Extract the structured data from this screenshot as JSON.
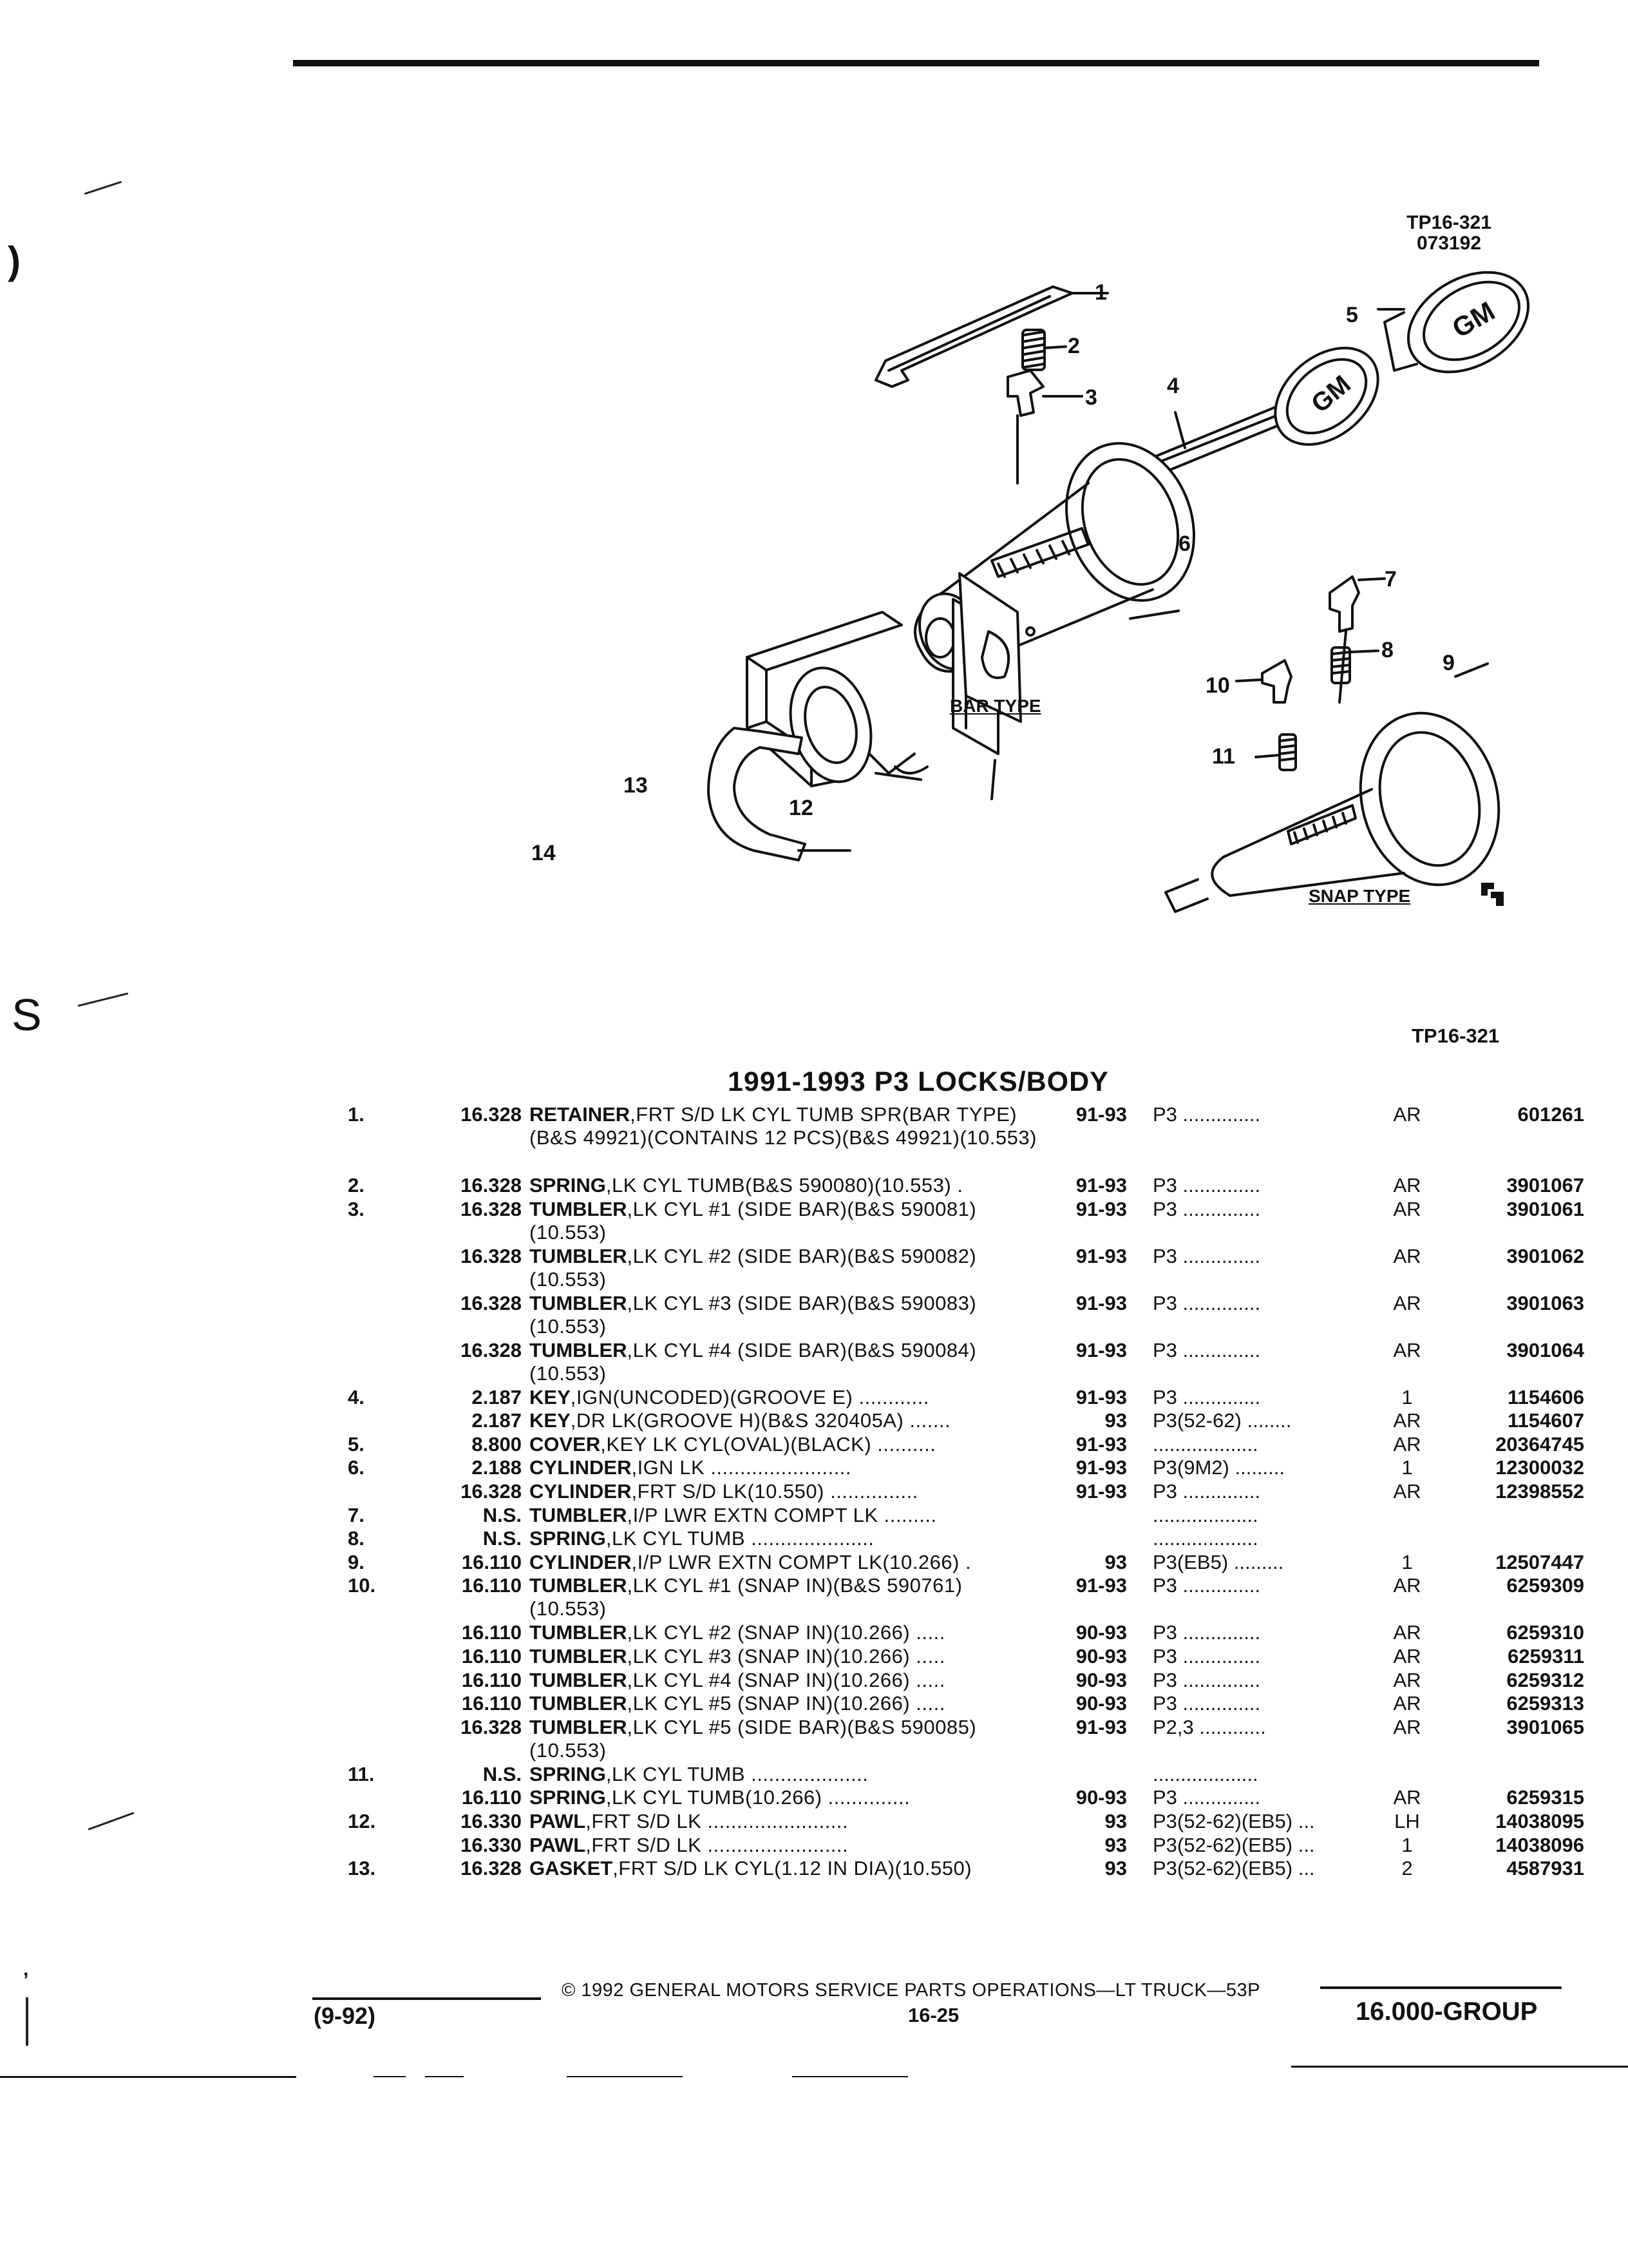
{
  "header": {
    "illustration_code": "TP16-321",
    "illustration_date": "073192",
    "illustration_ref": "TP16-321"
  },
  "illustration": {
    "callouts": [
      "1",
      "2",
      "3",
      "4",
      "5",
      "6",
      "7",
      "8",
      "9",
      "10",
      "11",
      "12",
      "13",
      "14"
    ],
    "bar_type_label": "BAR TYPE",
    "snap_type_label": "SNAP TYPE",
    "key_logo": "GM"
  },
  "section": {
    "title": "1991-1993 P3 LOCKS/BODY"
  },
  "parts": [
    {
      "item": "1.",
      "group": "16.328",
      "name": "RETAINER",
      "desc": ",FRT S/D LK CYL TUMB SPR(BAR TYPE)(B&S 49921)(CONTAINS 12 PCS)(B&S 49921)(10.553)",
      "years": "91-93",
      "model": "P3 ..............",
      "qty": "AR",
      "pn": "601261",
      "lines": 3
    },
    {
      "item": "2.",
      "group": "16.328",
      "name": "SPRING",
      "desc": ",LK CYL TUMB(B&S 590080)(10.553) .",
      "years": "91-93",
      "model": "P3 ..............",
      "qty": "AR",
      "pn": "3901067",
      "lines": 1
    },
    {
      "item": "3.",
      "group": "16.328",
      "name": "TUMBLER",
      "desc": ",LK CYL #1 (SIDE BAR)(B&S 590081)(10.553)",
      "years": "91-93",
      "model": "P3 ..............",
      "qty": "AR",
      "pn": "3901061",
      "lines": 2
    },
    {
      "item": "",
      "group": "16.328",
      "name": "TUMBLER",
      "desc": ",LK CYL #2 (SIDE BAR)(B&S 590082)(10.553)",
      "years": "91-93",
      "model": "P3 ..............",
      "qty": "AR",
      "pn": "3901062",
      "lines": 2
    },
    {
      "item": "",
      "group": "16.328",
      "name": "TUMBLER",
      "desc": ",LK CYL #3 (SIDE BAR)(B&S 590083)(10.553)",
      "years": "91-93",
      "model": "P3 ..............",
      "qty": "AR",
      "pn": "3901063",
      "lines": 2
    },
    {
      "item": "",
      "group": "16.328",
      "name": "TUMBLER",
      "desc": ",LK CYL #4 (SIDE BAR)(B&S 590084)(10.553)",
      "years": "91-93",
      "model": "P3 ..............",
      "qty": "AR",
      "pn": "3901064",
      "lines": 2
    },
    {
      "item": "4.",
      "group": "2.187",
      "name": "KEY",
      "desc": ",IGN(UNCODED)(GROOVE E) ............",
      "years": "91-93",
      "model": "P3 ..............",
      "qty": "1",
      "pn": "1154606",
      "lines": 1
    },
    {
      "item": "",
      "group": "2.187",
      "name": "KEY",
      "desc": ",DR LK(GROOVE H)(B&S 320405A) .......",
      "years": "93",
      "model": "P3(52-62) ........",
      "qty": "AR",
      "pn": "1154607",
      "lines": 1
    },
    {
      "item": "5.",
      "group": "8.800",
      "name": "COVER",
      "desc": ",KEY LK CYL(OVAL)(BLACK) ..........",
      "years": "91-93",
      "model": "...................",
      "qty": "AR",
      "pn": "20364745",
      "lines": 1
    },
    {
      "item": "6.",
      "group": "2.188",
      "name": "CYLINDER",
      "desc": ",IGN LK ........................",
      "years": "91-93",
      "model": "P3(9M2) .........",
      "qty": "1",
      "pn": "12300032",
      "lines": 1
    },
    {
      "item": "",
      "group": "16.328",
      "name": "CYLINDER",
      "desc": ",FRT S/D LK(10.550) ...............",
      "years": "91-93",
      "model": "P3 ..............",
      "qty": "AR",
      "pn": "12398552",
      "lines": 1
    },
    {
      "item": "7.",
      "group": "N.S.",
      "name": "TUMBLER",
      "desc": ",I/P LWR EXTN COMPT LK .........",
      "years": "",
      "model": "...................",
      "qty": "",
      "pn": "",
      "lines": 1
    },
    {
      "item": "8.",
      "group": "N.S.",
      "name": "SPRING",
      "desc": ",LK CYL TUMB .....................",
      "years": "",
      "model": "...................",
      "qty": "",
      "pn": "",
      "lines": 1
    },
    {
      "item": "9.",
      "group": "16.110",
      "name": "CYLINDER",
      "desc": ",I/P LWR EXTN COMPT LK(10.266) .",
      "years": "93",
      "model": "P3(EB5) .........",
      "qty": "1",
      "pn": "12507447",
      "lines": 1
    },
    {
      "item": "10.",
      "group": "16.110",
      "name": "TUMBLER",
      "desc": ",LK CYL #1 (SNAP IN)(B&S 590761) (10.553)",
      "years": "91-93",
      "model": "P3 ..............",
      "qty": "AR",
      "pn": "6259309",
      "lines": 2
    },
    {
      "item": "",
      "group": "16.110",
      "name": "TUMBLER",
      "desc": ",LK CYL #2 (SNAP IN)(10.266) .....",
      "years": "90-93",
      "model": "P3 ..............",
      "qty": "AR",
      "pn": "6259310",
      "lines": 1
    },
    {
      "item": "",
      "group": "16.110",
      "name": "TUMBLER",
      "desc": ",LK CYL #3 (SNAP IN)(10.266) .....",
      "years": "90-93",
      "model": "P3 ..............",
      "qty": "AR",
      "pn": "6259311",
      "lines": 1
    },
    {
      "item": "",
      "group": "16.110",
      "name": "TUMBLER",
      "desc": ",LK CYL #4 (SNAP IN)(10.266) .....",
      "years": "90-93",
      "model": "P3 ..............",
      "qty": "AR",
      "pn": "6259312",
      "lines": 1
    },
    {
      "item": "",
      "group": "16.110",
      "name": "TUMBLER",
      "desc": ",LK CYL #5 (SNAP IN)(10.266) .....",
      "years": "90-93",
      "model": "P3 ..............",
      "qty": "AR",
      "pn": "6259313",
      "lines": 1
    },
    {
      "item": "",
      "group": "16.328",
      "name": "TUMBLER",
      "desc": ",LK CYL #5 (SIDE BAR)(B&S 590085)(10.553)",
      "years": "91-93",
      "model": "P2,3 ............",
      "qty": "AR",
      "pn": "3901065",
      "lines": 2
    },
    {
      "item": "11.",
      "group": "N.S.",
      "name": "SPRING",
      "desc": ",LK CYL TUMB ....................",
      "years": "",
      "model": "...................",
      "qty": "",
      "pn": "",
      "lines": 1
    },
    {
      "item": "",
      "group": "16.110",
      "name": "SPRING",
      "desc": ",LK CYL TUMB(10.266) ..............",
      "years": "90-93",
      "model": "P3 ..............",
      "qty": "AR",
      "pn": "6259315",
      "lines": 1
    },
    {
      "item": "12.",
      "group": "16.330",
      "name": "PAWL",
      "desc": ",FRT S/D LK ........................",
      "years": "93",
      "model": "P3(52-62)(EB5) ...",
      "qty": "LH",
      "pn": "14038095",
      "lines": 1
    },
    {
      "item": "",
      "group": "16.330",
      "name": "PAWL",
      "desc": ",FRT S/D LK ........................",
      "years": "93",
      "model": "P3(52-62)(EB5) ...",
      "qty": "1",
      "pn": "14038096",
      "lines": 1
    },
    {
      "item": "13.",
      "group": "16.328",
      "name": "GASKET",
      "desc": ",FRT S/D LK CYL(1.12 IN DIA)(10.550)",
      "years": "93",
      "model": "P3(52-62)(EB5) ...",
      "qty": "2",
      "pn": "4587931",
      "lines": 1
    }
  ],
  "footer": {
    "copyright": "© 1992 GENERAL MOTORS SERVICE PARTS OPERATIONS—LT TRUCK—53P",
    "date_code": "(9-92)",
    "page": "16-25",
    "group": "16.000-GROUP"
  }
}
